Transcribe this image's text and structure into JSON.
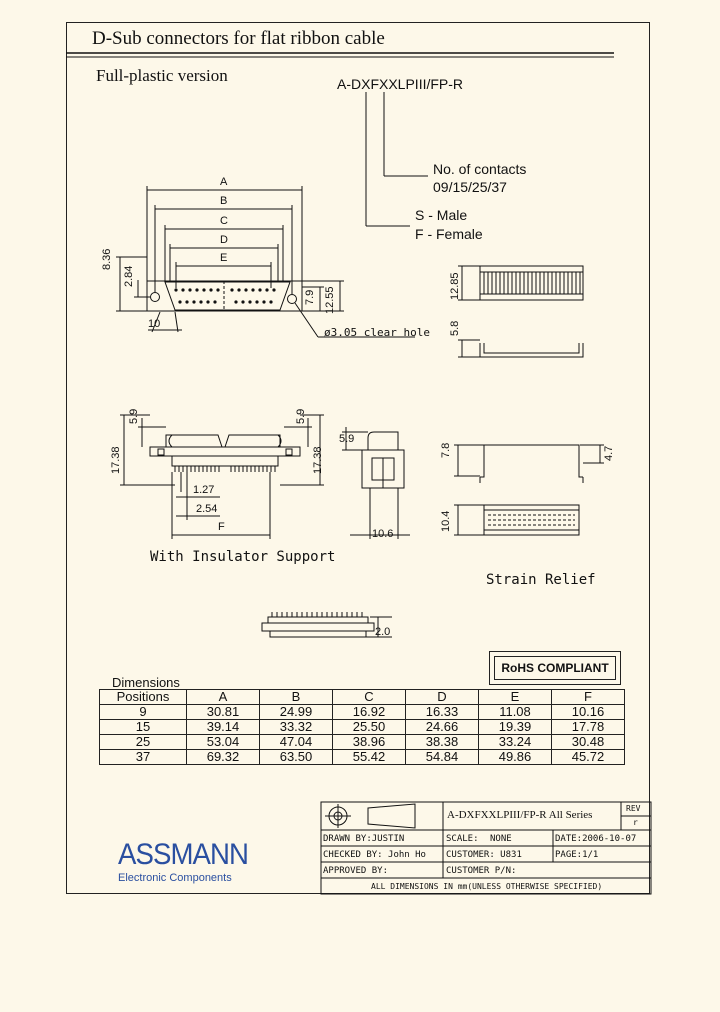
{
  "header": {
    "title": "D-Sub connectors for flat ribbon cable",
    "subtitle": "Full-plastic version"
  },
  "part_code": {
    "code": "A-DXFXXLPIII/FP-R",
    "contacts_label": "No. of contacts",
    "contacts_values": "09/15/25/37",
    "male": "S - Male",
    "female": "F - Female"
  },
  "dimension_labels": {
    "A": "A",
    "B": "B",
    "C": "C",
    "D": "D",
    "E": "E",
    "F": "F",
    "h836": "8.36",
    "h284": "2.84",
    "h79": "7.9",
    "h1255": "12.55",
    "h10": "10",
    "clear_hole": "ø3.05 clear hole",
    "h1285": "12.85",
    "h58": "5.8",
    "h59a": "5.9",
    "h59b": "5.9",
    "h59c": "5.9",
    "h1738a": "17.38",
    "h1738b": "17.38",
    "h127": "1.27",
    "h254": "2.54",
    "h106": "10.6",
    "h78": "7.8",
    "h47": "4.7",
    "h104": "10.4",
    "h20": "2.0"
  },
  "captions": {
    "insulator": "With Insulator Support",
    "strain": "Strain Relief"
  },
  "rohs": "RoHS COMPLIANT",
  "dimensions_table": {
    "title": "Dimensions",
    "headers": [
      "Positions",
      "A",
      "B",
      "C",
      "D",
      "E",
      "F"
    ],
    "rows": [
      [
        "9",
        "30.81",
        "24.99",
        "16.92",
        "16.33",
        "11.08",
        "10.16"
      ],
      [
        "15",
        "39.14",
        "33.32",
        "25.50",
        "24.66",
        "19.39",
        "17.78"
      ],
      [
        "25",
        "53.04",
        "47.04",
        "38.96",
        "38.38",
        "33.24",
        "30.48"
      ],
      [
        "37",
        "69.32",
        "63.50",
        "55.42",
        "54.84",
        "49.86",
        "45.72"
      ]
    ]
  },
  "title_block": {
    "series": "A-DXFXXLPIII/FP-R All Series",
    "rev_label": "REV",
    "rev_value": "r",
    "drawn": "DRAWN BY:JUSTIN",
    "scale_label": "SCALE:",
    "scale_value": "NONE",
    "date": "DATE:2006-10-07",
    "checked": "CHECKED BY: John Ho",
    "customer": "CUSTOMER: U831",
    "page": "PAGE:1/1",
    "approved": "APPROVED BY:",
    "customer_pn": "CUSTOMER P/N:",
    "note": "ALL DIMENSIONS IN mm(UNLESS OTHERWISE SPECIFIED)",
    "logo": "ASSMANN",
    "logo_sub": "Electronic Components"
  }
}
